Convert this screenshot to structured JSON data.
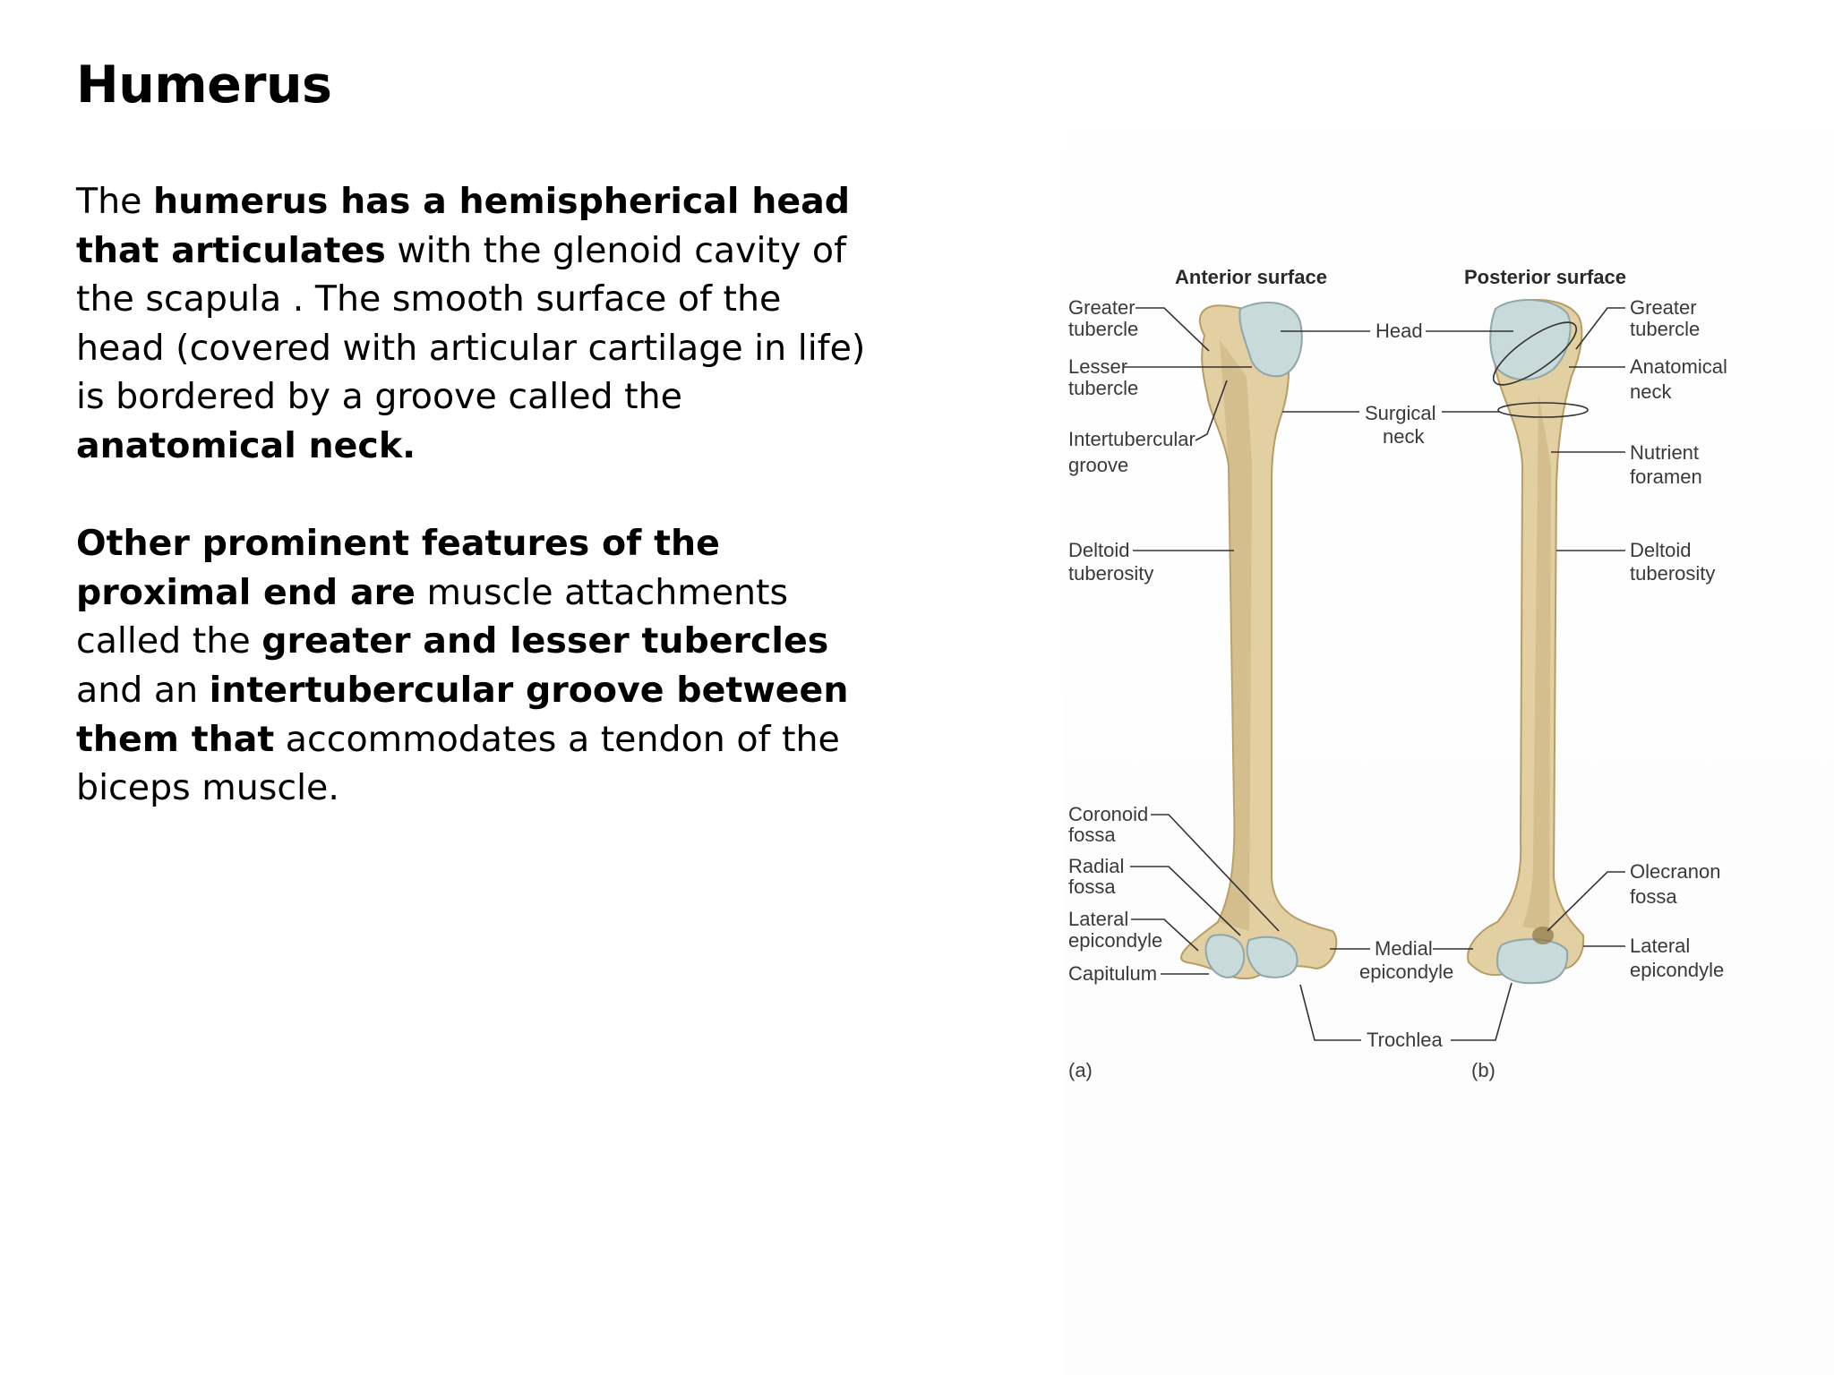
{
  "slide": {
    "title": "Humerus",
    "paragraph1": [
      {
        "text": "The ",
        "bold": false
      },
      {
        "text": "humerus has a hemispherical head that articulates",
        "bold": true
      },
      {
        "text": " with the glenoid cavity of the scapula . The smooth surface of the head (covered with articular cartilage in life) is bordered by a groove called the ",
        "bold": false
      },
      {
        "text": "anatomical neck.",
        "bold": true
      }
    ],
    "paragraph2": [
      {
        "text": "Other prominent features of the proximal end are",
        "bold": true
      },
      {
        "text": " muscle attachments called the ",
        "bold": false
      },
      {
        "text": "greater and lesser tubercles",
        "bold": true
      },
      {
        "text": " and an ",
        "bold": false
      },
      {
        "text": "intertubercular groove between them that",
        "bold": true
      },
      {
        "text": " accommodates a tendon of the biceps muscle.",
        "bold": false
      }
    ]
  },
  "figure": {
    "anterior_title": "Anterior surface",
    "posterior_title": "Posterior surface",
    "panel_a": "(a)",
    "panel_b": "(b)",
    "labels": {
      "greater_tubercle_a": [
        "Greater",
        "tubercle"
      ],
      "lesser_tubercle": [
        "Lesser",
        "tubercle"
      ],
      "intertubercular_groove": [
        "Intertubercular",
        "groove"
      ],
      "deltoid_tuberosity_a": [
        "Deltoid",
        "tuberosity"
      ],
      "coronoid_fossa": [
        "Coronoid",
        "fossa"
      ],
      "radial_fossa": [
        "Radial",
        "fossa"
      ],
      "lateral_epicondyle_a": [
        "Lateral",
        "epicondyle"
      ],
      "capitulum": [
        "Capitulum"
      ],
      "head": [
        "Head"
      ],
      "surgical_neck": [
        "Surgical",
        "neck"
      ],
      "medial_epicondyle": [
        "Medial",
        "epicondyle"
      ],
      "trochlea": [
        "Trochlea"
      ],
      "greater_tubercle_b": [
        "Greater",
        "tubercle"
      ],
      "anatomical_neck": [
        "Anatomical",
        "neck"
      ],
      "nutrient_foramen": [
        "Nutrient",
        "foramen"
      ],
      "deltoid_tuberosity_b": [
        "Deltoid",
        "tuberosity"
      ],
      "olecranon_fossa": [
        "Olecranon",
        "fossa"
      ],
      "lateral_epicondyle_b": [
        "Lateral",
        "epicondyle"
      ]
    }
  }
}
